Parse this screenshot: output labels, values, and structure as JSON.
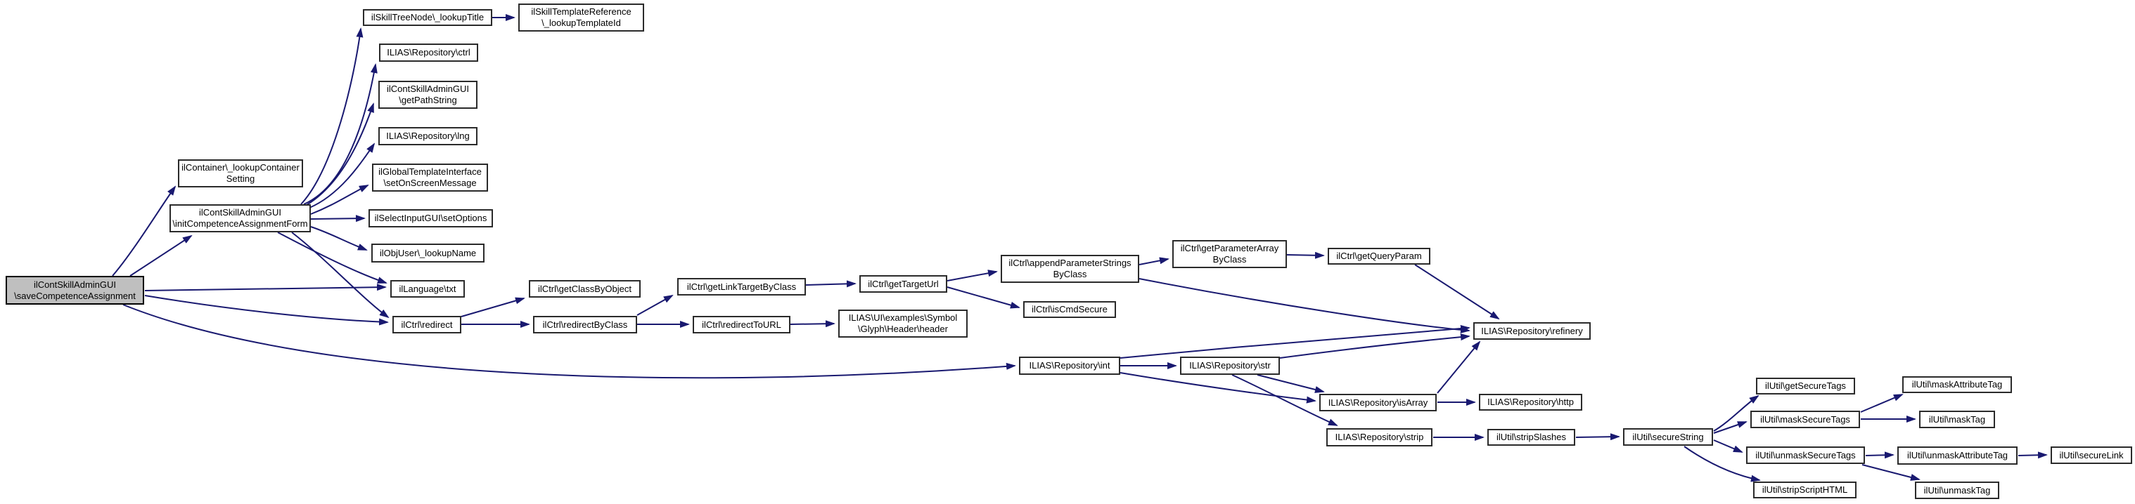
{
  "graph": {
    "type": "call-graph",
    "root_function": "ilContSkillAdminGUI\\saveCompetenceAssignment",
    "colors": {
      "edge": "#191970",
      "node_fill": "#ffffff",
      "node_border": "#2b2b2b",
      "root_fill": "#bfbfbf",
      "text": "#000000",
      "background": "#ffffff"
    },
    "nodes": [
      {
        "id": "save",
        "label": "ilContSkillAdminGUI\n\\saveCompetenceAssignment",
        "highlighted": true
      },
      {
        "id": "lookup_container_setting",
        "label": "ilContainer\\_lookupContainer\nSetting",
        "highlighted": false
      },
      {
        "id": "init_competence_assignment_form",
        "label": "ilContSkillAdminGUI\n\\initCompetenceAssignmentForm",
        "highlighted": false
      },
      {
        "id": "lookup_title",
        "label": "ilSkillTreeNode\\_lookupTitle",
        "highlighted": false
      },
      {
        "id": "repo_ctrl",
        "label": "ILIAS\\Repository\\ctrl",
        "highlighted": false
      },
      {
        "id": "get_path_string",
        "label": "ilContSkillAdminGUI\n\\getPathString",
        "highlighted": false
      },
      {
        "id": "repo_lng",
        "label": "ILIAS\\Repository\\lng",
        "highlighted": false
      },
      {
        "id": "set_on_screen_message",
        "label": "ilGlobalTemplateInterface\n\\setOnScreenMessage",
        "highlighted": false
      },
      {
        "id": "set_options",
        "label": "ilSelectInputGUI\\setOptions",
        "highlighted": false
      },
      {
        "id": "lookup_name",
        "label": "ilObjUser\\_lookupName",
        "highlighted": false
      },
      {
        "id": "txt",
        "label": "ilLanguage\\txt",
        "highlighted": false
      },
      {
        "id": "redirect",
        "label": "ilCtrl\\redirect",
        "highlighted": false
      },
      {
        "id": "lookup_template_id",
        "label": "ilSkillTemplateReference\n\\_lookupTemplateId",
        "highlighted": false
      },
      {
        "id": "get_class_by_object",
        "label": "ilCtrl\\getClassByObject",
        "highlighted": false
      },
      {
        "id": "redirect_by_class",
        "label": "ilCtrl\\redirectByClass",
        "highlighted": false
      },
      {
        "id": "get_link_target_by_class",
        "label": "ilCtrl\\getLinkTargetByClass",
        "highlighted": false
      },
      {
        "id": "redirect_to_url",
        "label": "ilCtrl\\redirectToURL",
        "highlighted": false
      },
      {
        "id": "get_target_url",
        "label": "ilCtrl\\getTargetUrl",
        "highlighted": false
      },
      {
        "id": "glyph_header",
        "label": "ILIAS\\UI\\examples\\Symbol\n\\Glyph\\Header\\header",
        "highlighted": false
      },
      {
        "id": "append_parameter_strings_by_class",
        "label": "ilCtrl\\appendParameterStrings\nByClass",
        "highlighted": false
      },
      {
        "id": "is_cmd_secure",
        "label": "ilCtrl\\isCmdSecure",
        "highlighted": false
      },
      {
        "id": "repo_int",
        "label": "ILIAS\\Repository\\int",
        "highlighted": false
      },
      {
        "id": "get_parameter_array_by_class",
        "label": "ilCtrl\\getParameterArray\nByClass",
        "highlighted": false
      },
      {
        "id": "repo_str",
        "label": "ILIAS\\Repository\\str",
        "highlighted": false
      },
      {
        "id": "get_query_param",
        "label": "ilCtrl\\getQueryParam",
        "highlighted": false
      },
      {
        "id": "repo_is_array",
        "label": "ILIAS\\Repository\\isArray",
        "highlighted": false
      },
      {
        "id": "repo_strip",
        "label": "ILIAS\\Repository\\strip",
        "highlighted": false
      },
      {
        "id": "repo_refinery",
        "label": "ILIAS\\Repository\\refinery",
        "highlighted": false
      },
      {
        "id": "repo_http",
        "label": "ILIAS\\Repository\\http",
        "highlighted": false
      },
      {
        "id": "strip_slashes",
        "label": "ilUtil\\stripSlashes",
        "highlighted": false
      },
      {
        "id": "secure_string",
        "label": "ilUtil\\secureString",
        "highlighted": false
      },
      {
        "id": "get_secure_tags",
        "label": "ilUtil\\getSecureTags",
        "highlighted": false
      },
      {
        "id": "mask_secure_tags",
        "label": "ilUtil\\maskSecureTags",
        "highlighted": false
      },
      {
        "id": "unmask_secure_tags",
        "label": "ilUtil\\unmaskSecureTags",
        "highlighted": false
      },
      {
        "id": "strip_script_html",
        "label": "ilUtil\\stripScriptHTML",
        "highlighted": false
      },
      {
        "id": "mask_attribute_tag",
        "label": "ilUtil\\maskAttributeTag",
        "highlighted": false
      },
      {
        "id": "mask_tag",
        "label": "ilUtil\\maskTag",
        "highlighted": false
      },
      {
        "id": "unmask_attribute_tag",
        "label": "ilUtil\\unmaskAttributeTag",
        "highlighted": false
      },
      {
        "id": "unmask_tag",
        "label": "ilUtil\\unmaskTag",
        "highlighted": false
      },
      {
        "id": "secure_link",
        "label": "ilUtil\\secureLink",
        "highlighted": false
      }
    ],
    "edges": [
      {
        "from": "save",
        "to": "lookup_container_setting"
      },
      {
        "from": "save",
        "to": "init_competence_assignment_form"
      },
      {
        "from": "save",
        "to": "txt"
      },
      {
        "from": "save",
        "to": "redirect"
      },
      {
        "from": "save",
        "to": "repo_int"
      },
      {
        "from": "init_competence_assignment_form",
        "to": "lookup_title"
      },
      {
        "from": "init_competence_assignment_form",
        "to": "repo_ctrl"
      },
      {
        "from": "init_competence_assignment_form",
        "to": "get_path_string"
      },
      {
        "from": "init_competence_assignment_form",
        "to": "repo_lng"
      },
      {
        "from": "init_competence_assignment_form",
        "to": "set_on_screen_message"
      },
      {
        "from": "init_competence_assignment_form",
        "to": "set_options"
      },
      {
        "from": "init_competence_assignment_form",
        "to": "lookup_name"
      },
      {
        "from": "init_competence_assignment_form",
        "to": "txt"
      },
      {
        "from": "init_competence_assignment_form",
        "to": "redirect"
      },
      {
        "from": "lookup_title",
        "to": "lookup_template_id"
      },
      {
        "from": "redirect",
        "to": "get_class_by_object"
      },
      {
        "from": "redirect",
        "to": "redirect_by_class"
      },
      {
        "from": "redirect_by_class",
        "to": "get_link_target_by_class"
      },
      {
        "from": "redirect_by_class",
        "to": "redirect_to_url"
      },
      {
        "from": "get_link_target_by_class",
        "to": "get_target_url"
      },
      {
        "from": "redirect_to_url",
        "to": "glyph_header"
      },
      {
        "from": "get_target_url",
        "to": "append_parameter_strings_by_class"
      },
      {
        "from": "get_target_url",
        "to": "is_cmd_secure"
      },
      {
        "from": "append_parameter_strings_by_class",
        "to": "get_parameter_array_by_class"
      },
      {
        "from": "append_parameter_strings_by_class",
        "to": "repo_refinery"
      },
      {
        "from": "get_parameter_array_by_class",
        "to": "get_query_param"
      },
      {
        "from": "get_query_param",
        "to": "repo_refinery"
      },
      {
        "from": "repo_int",
        "to": "repo_str"
      },
      {
        "from": "repo_int",
        "to": "repo_refinery"
      },
      {
        "from": "repo_int",
        "to": "repo_is_array"
      },
      {
        "from": "repo_str",
        "to": "repo_refinery"
      },
      {
        "from": "repo_str",
        "to": "repo_is_array"
      },
      {
        "from": "repo_str",
        "to": "repo_strip"
      },
      {
        "from": "repo_is_array",
        "to": "repo_refinery"
      },
      {
        "from": "repo_is_array",
        "to": "repo_http"
      },
      {
        "from": "repo_strip",
        "to": "strip_slashes"
      },
      {
        "from": "strip_slashes",
        "to": "secure_string"
      },
      {
        "from": "secure_string",
        "to": "get_secure_tags"
      },
      {
        "from": "secure_string",
        "to": "mask_secure_tags"
      },
      {
        "from": "secure_string",
        "to": "unmask_secure_tags"
      },
      {
        "from": "secure_string",
        "to": "strip_script_html"
      },
      {
        "from": "mask_secure_tags",
        "to": "mask_attribute_tag"
      },
      {
        "from": "mask_secure_tags",
        "to": "mask_tag"
      },
      {
        "from": "unmask_secure_tags",
        "to": "unmask_attribute_tag"
      },
      {
        "from": "unmask_secure_tags",
        "to": "unmask_tag"
      },
      {
        "from": "unmask_attribute_tag",
        "to": "secure_link"
      }
    ]
  }
}
